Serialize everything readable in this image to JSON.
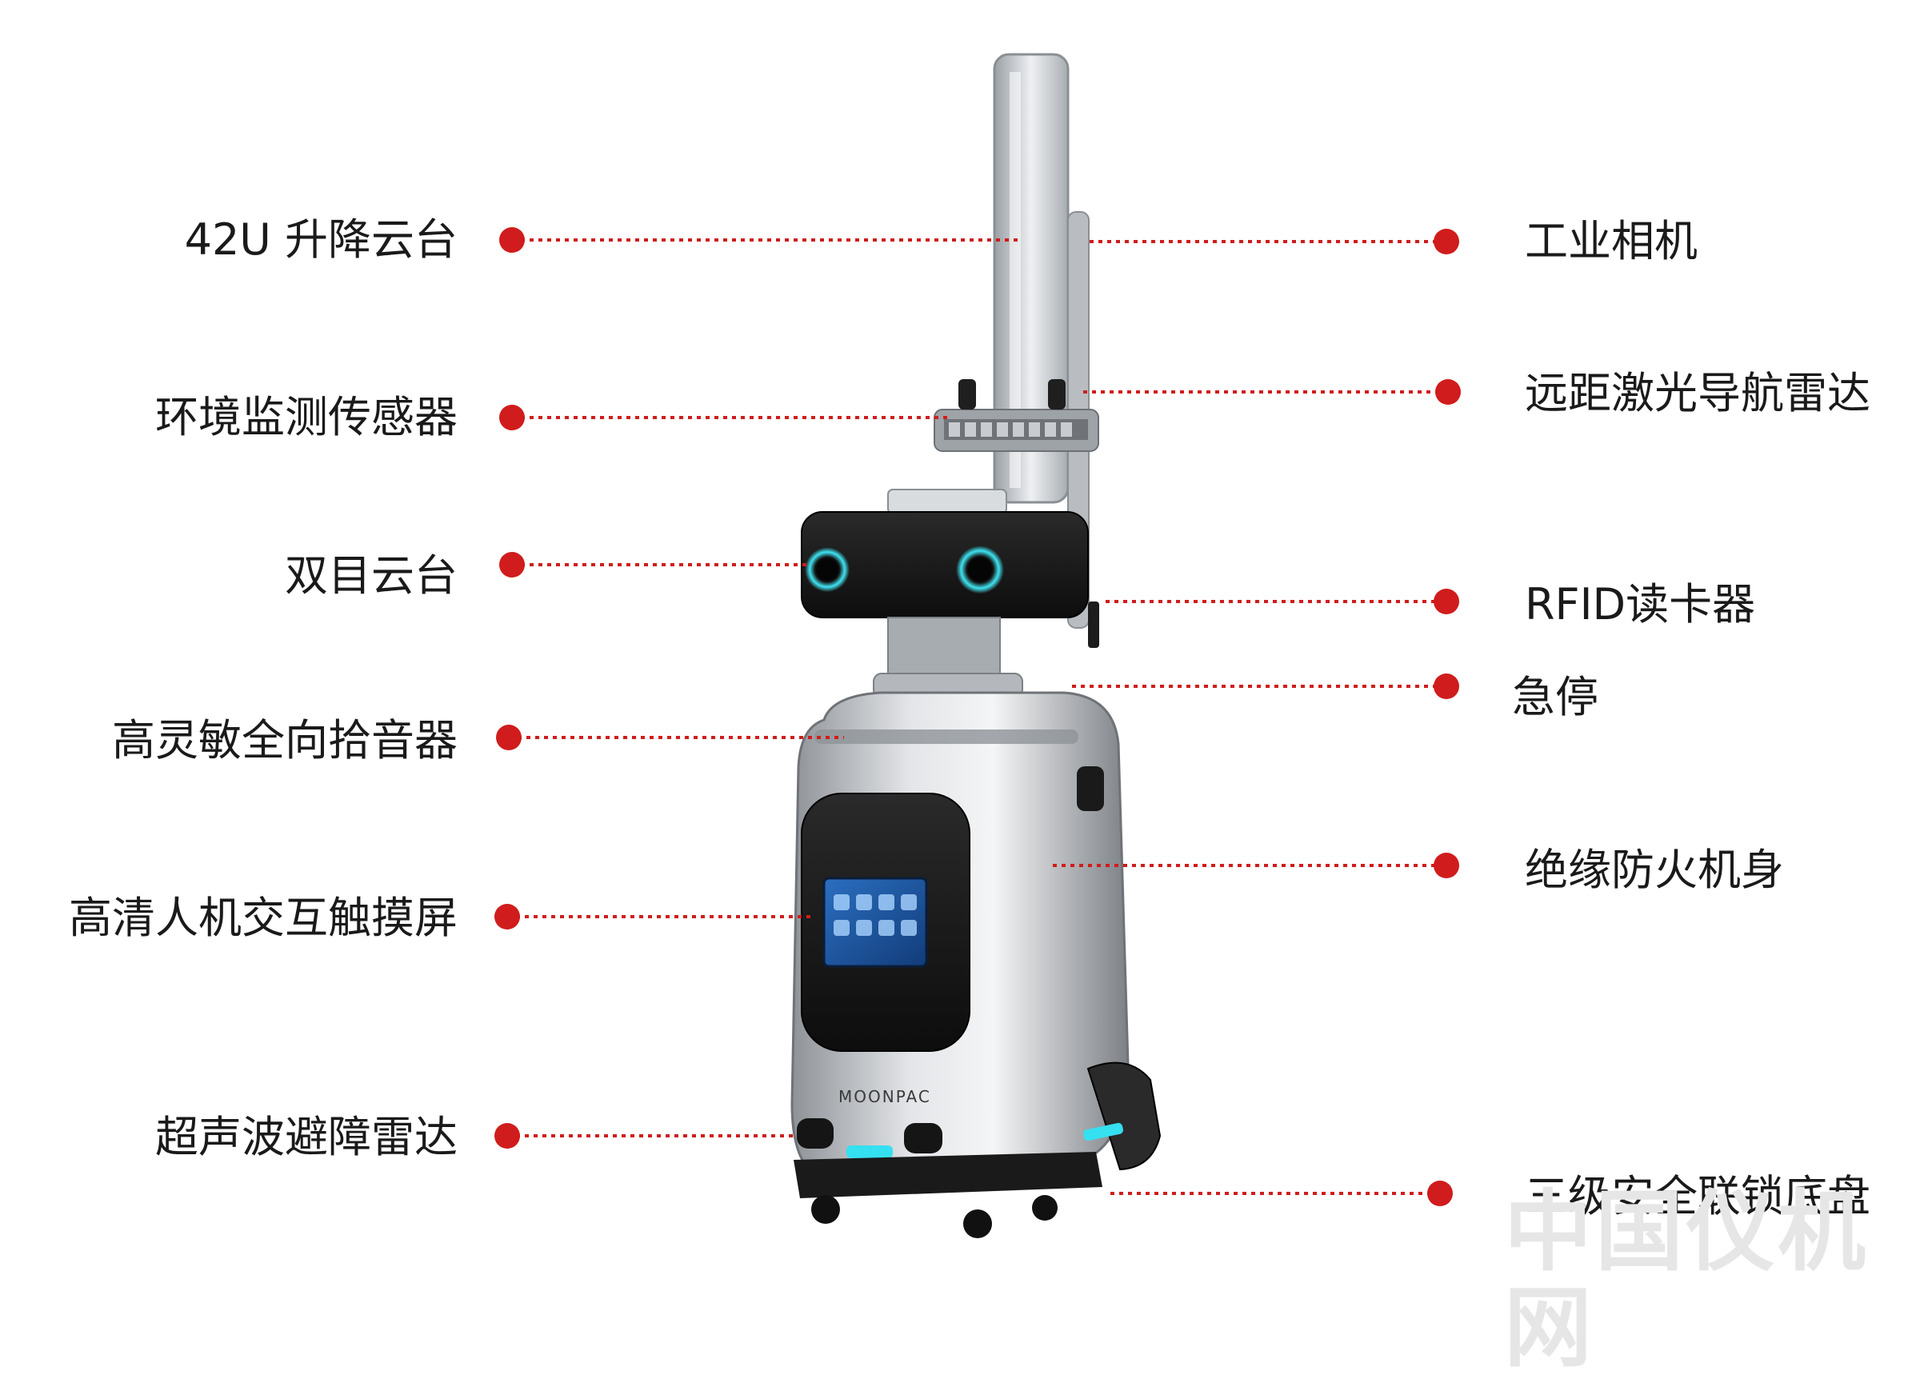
{
  "labels_left": [
    {
      "id": "lift-platform",
      "text": "42U 升降云台"
    },
    {
      "id": "env-sensor",
      "text": "环境监测传感器"
    },
    {
      "id": "binocular-ptz",
      "text": "双目云台"
    },
    {
      "id": "microphone",
      "text": "高灵敏全向拾音器"
    },
    {
      "id": "touchscreen",
      "text": "高清人机交互触摸屏"
    },
    {
      "id": "ultrasonic-radar",
      "text": "超声波避障雷达"
    }
  ],
  "labels_right": [
    {
      "id": "industrial-camera",
      "text": "工业相机"
    },
    {
      "id": "lidar",
      "text": "远距激光导航雷达"
    },
    {
      "id": "rfid-reader",
      "text": "RFID读卡器"
    },
    {
      "id": "emergency-stop",
      "text": "急停"
    },
    {
      "id": "fireproof-body",
      "text": "绝缘防火机身"
    },
    {
      "id": "safety-chassis",
      "text": "三级安全联锁底盘"
    }
  ],
  "brand_text": "MOONPAC",
  "watermark_text": "中国仪机网",
  "colors": {
    "dot": "#d01c1c",
    "line": "#d01c1c",
    "accent_glow": "#35e0f0",
    "body_silver": "#c4c7cb",
    "dark": "#1c1c1c"
  }
}
